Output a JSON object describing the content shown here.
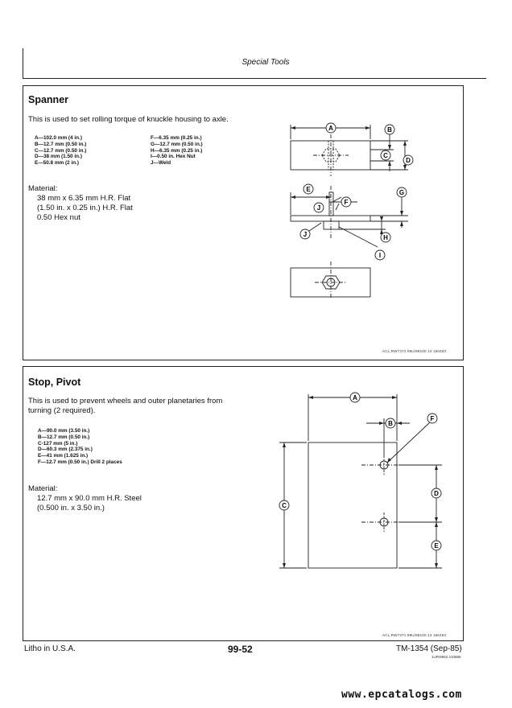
{
  "header": {
    "title": "Special Tools"
  },
  "spanner": {
    "title": "Spanner",
    "description": "This is used to set rolling torque of knuckle housing to axle.",
    "specs_left": [
      "A—102.0 mm (4 in.)",
      "B—12.7 mm (0.50 in.)",
      "C—12.7 mm (0.50 in.)",
      "D—38 mm (1.50 in.)",
      "E—50.8 mm (2 in.)"
    ],
    "specs_right": [
      "F—6.35 mm (0.25 in.)",
      "G—12.7 mm (0.50 in.)",
      "H—6.35 mm (0.25 in.)",
      "I—0.50 in. Hex Nut",
      "J—Weld"
    ],
    "material_label": "Material:",
    "material_lines": [
      "38 mm x 6.35 mm H.R. Flat",
      "(1.50 in. x 0.25 in.) H.R. Flat",
      "0.50 Hex nut"
    ],
    "caption": "ACL;RW7372  99U/99100  14  150483",
    "callouts": [
      "A",
      "B",
      "C",
      "D",
      "E",
      "F",
      "G",
      "J",
      "J",
      "H",
      "I"
    ]
  },
  "stop_pivot": {
    "title": "Stop, Pivot",
    "description_lines": [
      "This is used to prevent wheels and outer planetaries from",
      "turning (2 required)."
    ],
    "specs": [
      "A—90.0 mm (3.50 in.)",
      "B—12.7 mm (0.50 in.)",
      "C-127 mm (5 in.)",
      "D—60.3 mm (2.375 in.)",
      "E—41 mm (1.625 in.)",
      "F—12.7 mm (0.50 in.) Drill 2 places"
    ],
    "material_label": "Material:",
    "material_lines": [
      "12.7 mm x 90.0 mm H.R. Steel",
      "(0.500 in. x 3.50 in.)"
    ],
    "caption": "ACL;RW7371  99U/99100  13  150483",
    "callouts": [
      "A",
      "B",
      "F",
      "C",
      "D",
      "E"
    ]
  },
  "footer": {
    "left": "Litho in U.S.A.",
    "page_number": "99-52",
    "right": "TM-1354 (Sep-85)",
    "right_small": "1UR/9952  210885"
  },
  "watermark": "www.epcatalogs.com"
}
